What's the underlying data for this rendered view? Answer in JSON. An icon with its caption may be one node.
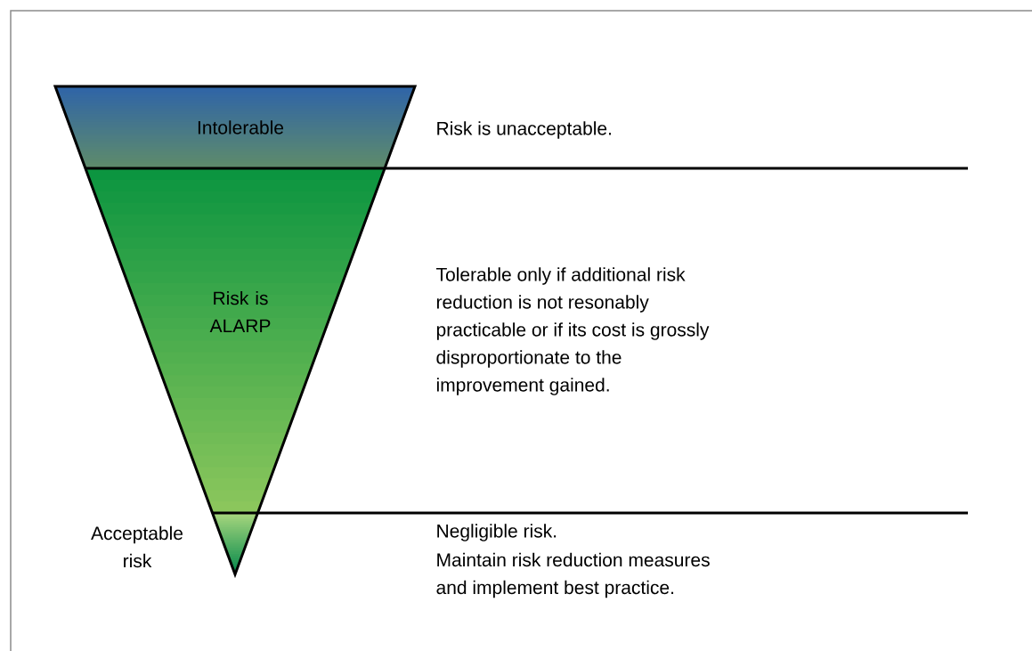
{
  "diagram": {
    "nodes": [
      {
        "text": [
          "Intolerable"
        ]
      },
      {
        "text": [
          "Risk is ALARP"
        ]
      },
      {
        "text": [],
        "shape": "triangle"
      }
    ],
    "labels": [
      "Risk is unacceptable.",
      "Tolerable only if additional risk reduction is not resonably practicable or if its cost is grossly disproportionate to the improvement gained.",
      "Acceptable risk",
      "Negligible risk.",
      "Maintain risk reduction measures and implement best practice."
    ]
  }
}
